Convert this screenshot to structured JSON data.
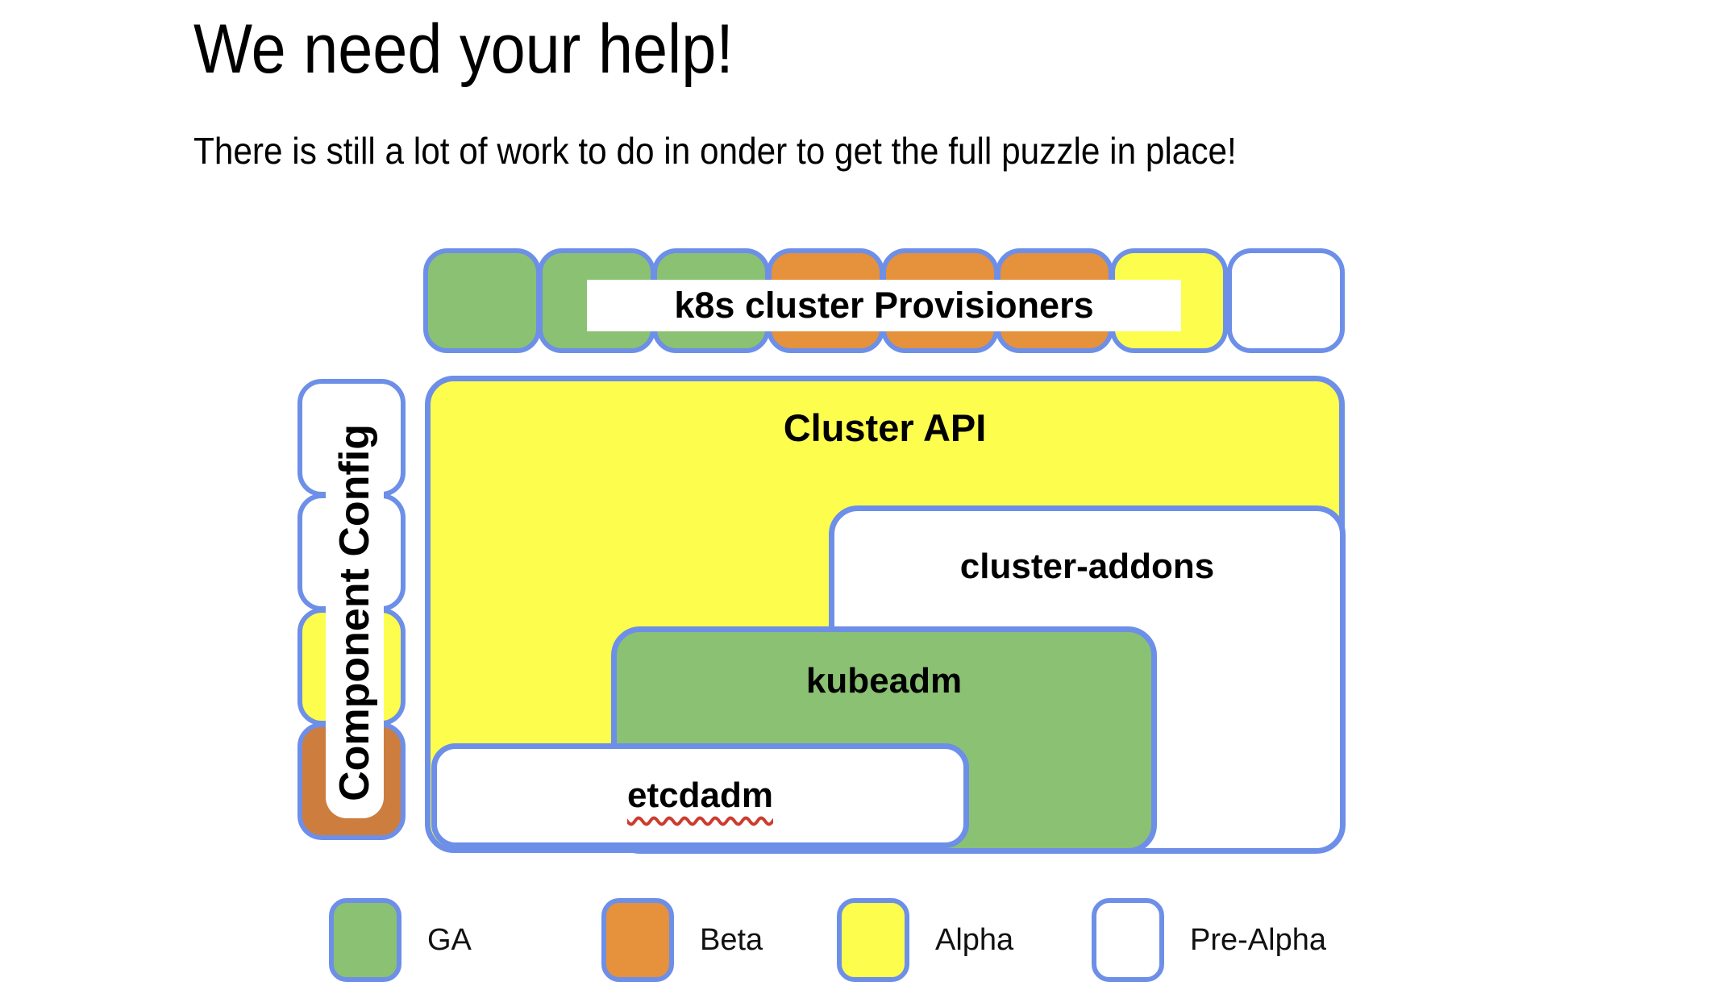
{
  "slide": {
    "title": "We need your help!",
    "subtitle": "There is still a lot of work to do in onder to get the full puzzle in place!"
  },
  "colors": {
    "border": "#6d8fe8",
    "ga": "#8bc173",
    "beta": "#e6913c",
    "beta_dark": "#cd7d3e",
    "alpha": "#fdfd4e",
    "pre_alpha": "#ffffff"
  },
  "diagram": {
    "provisioners": {
      "label": "k8s cluster Provisioners",
      "squares": [
        "ga",
        "ga",
        "ga",
        "beta",
        "beta",
        "beta",
        "alpha",
        "pre_alpha"
      ]
    },
    "component_config": {
      "label": "Component Config",
      "squares": [
        "pre_alpha",
        "pre_alpha",
        "alpha",
        "beta_dark"
      ]
    },
    "blocks": [
      {
        "id": "cluster-api",
        "label": "Cluster API",
        "status": "alpha"
      },
      {
        "id": "cluster-addons",
        "label": "cluster-addons",
        "status": "pre_alpha"
      },
      {
        "id": "kubeadm",
        "label": "kubeadm",
        "status": "ga"
      },
      {
        "id": "etcdadm",
        "label": "etcdadm",
        "status": "pre_alpha",
        "misspelled": true
      }
    ]
  },
  "legend": [
    {
      "label": "GA",
      "color": "ga"
    },
    {
      "label": "Beta",
      "color": "beta"
    },
    {
      "label": "Alpha",
      "color": "alpha"
    },
    {
      "label": "Pre-Alpha",
      "color": "pre_alpha"
    }
  ]
}
